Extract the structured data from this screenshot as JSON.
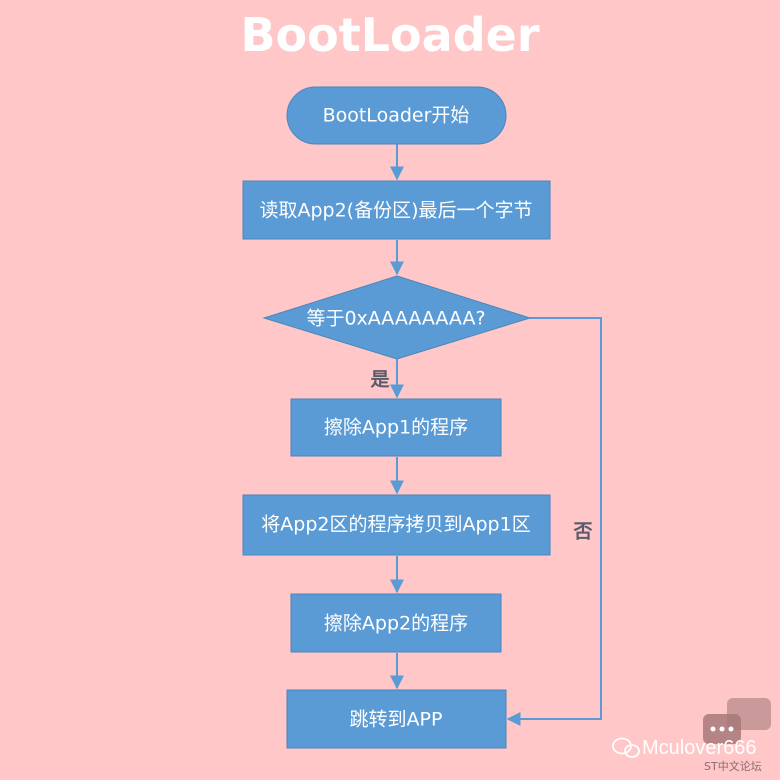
{
  "title": "BootLoader",
  "nodes": {
    "start": "BootLoader开始",
    "read": "读取App2(备份区)最后一个字节",
    "decision": "等于0xAAAAAAAA?",
    "erase_app1": "擦除App1的程序",
    "copy": "将App2区的程序拷贝到App1区",
    "erase_app2": "擦除App2的程序",
    "jump": "跳转到APP"
  },
  "labels": {
    "yes": "是",
    "no": "否"
  },
  "watermark": {
    "name": "Mculover666",
    "sub": "ST中文论坛"
  },
  "colors": {
    "background": "#ffc7c7",
    "box_fill": "#5b9bd5",
    "box_stroke": "#4a86be",
    "arrow": "#5b9bd5"
  }
}
